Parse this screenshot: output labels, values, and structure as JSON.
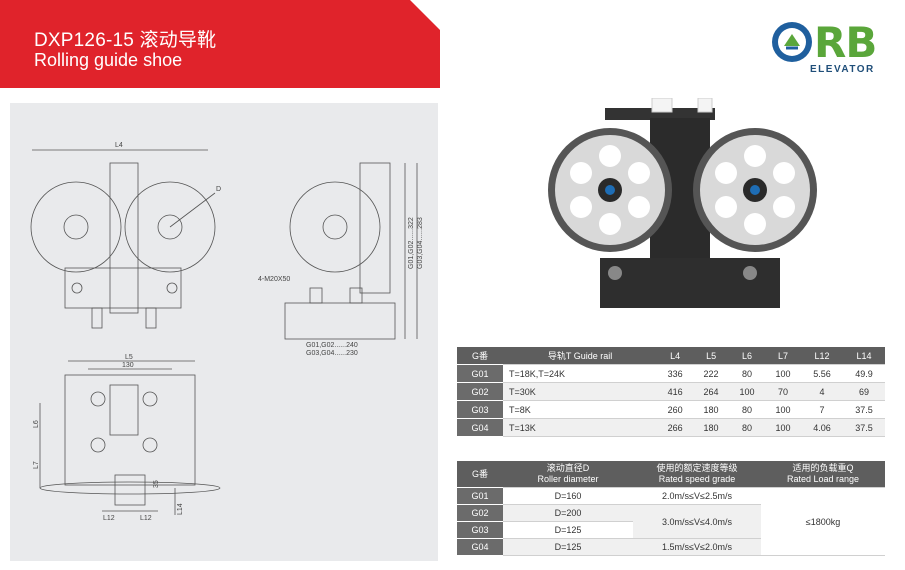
{
  "header": {
    "title": "DXP126-15 滚动导靴",
    "subtitle": "Rolling guide shoe",
    "banner_color": "#e0232b"
  },
  "logo": {
    "letters": "RB",
    "word": "ELEVATOR",
    "icon": "orb-circle-logo-icon"
  },
  "drawing": {
    "labels": {
      "l4": "L4",
      "d": "D",
      "bolt": "4-M20X50",
      "spec_a": "G01,G02......240",
      "spec_b": "G03,G04......230",
      "vert_a": "G01,G02......322",
      "vert_b": "G03,G04......283",
      "l5": "L5",
      "d130": "130",
      "l6": "L6",
      "l7": "L7",
      "l12a": "L12",
      "l12b": "L12",
      "l14": "L14",
      "d35": "35"
    }
  },
  "table1": {
    "headers": [
      "G番",
      "导轨T Guide rail",
      "L4",
      "L5",
      "L6",
      "L7",
      "L12",
      "L14"
    ],
    "rows": [
      {
        "g": "G01",
        "rail": "T=18K,T=24K",
        "l4": "336",
        "l5": "222",
        "l6": "80",
        "l7": "100",
        "l12": "5.56",
        "l14": "49.9"
      },
      {
        "g": "G02",
        "l4": "416",
        "l5": "264",
        "l6": "100",
        "l7": "70"
      },
      {
        "rail": "T=30K",
        "l12": "4",
        "l14": "69"
      },
      {
        "g": "G03",
        "rail": "T=8K",
        "l4": "260",
        "l5": "180",
        "l6": "80",
        "l7": "100",
        "l12": "7",
        "l14": "37.5"
      },
      {
        "g": "G04",
        "rail": "T=13K",
        "l4": "266",
        "l5": "180",
        "l6": "80",
        "l7": "100",
        "l12": "4.06",
        "l14": "37.5"
      }
    ]
  },
  "table2": {
    "headers": {
      "g": "G番",
      "diam_cn": "滚动直径D",
      "diam_en": "Roller diameter",
      "speed_cn": "使用的额定速度等级",
      "speed_en": "Rated speed grade",
      "load_cn": "适用的负载重Q",
      "load_en": "Rated Load range"
    },
    "rows": [
      {
        "g": "G01",
        "d": "D=160",
        "speed": "2.0m/s≤V≤2.5m/s"
      },
      {
        "g": "G02",
        "d": "D=200",
        "speed": "3.0m/s≤V≤4.0m/s"
      },
      {
        "g": "G03",
        "d": "D=125"
      },
      {
        "g": "G04",
        "d": "D=125",
        "speed": "1.5m/s≤V≤2.0m/s"
      }
    ],
    "load": "≤1800kg"
  }
}
